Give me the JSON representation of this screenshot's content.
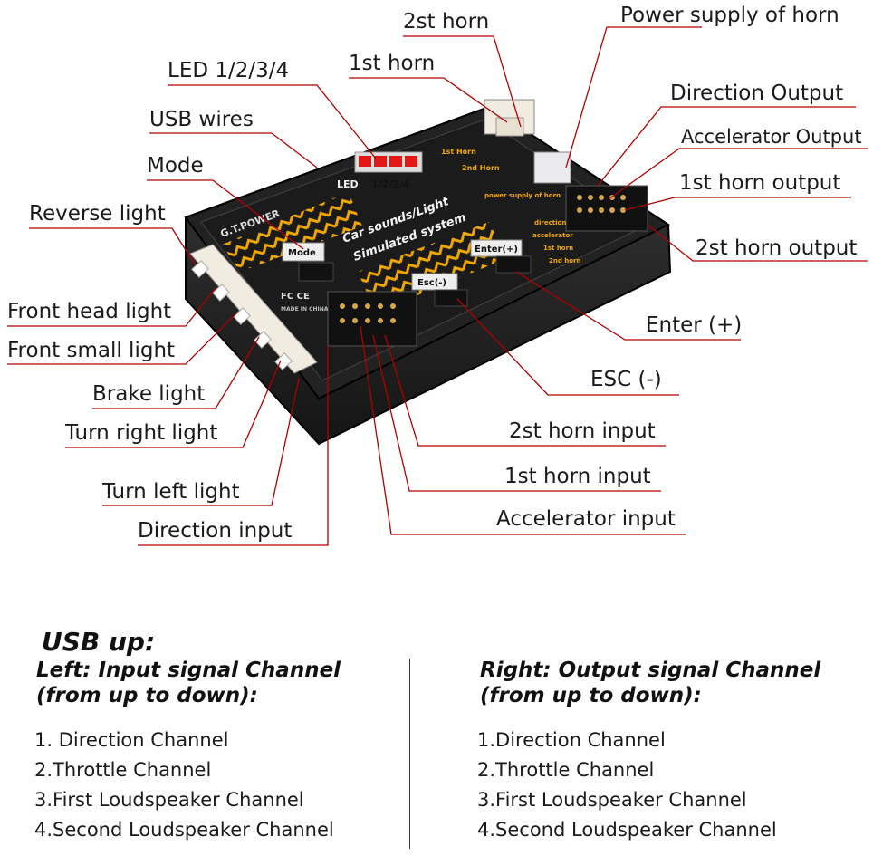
{
  "device": {
    "brand": "G.T.POWER",
    "title_line1": "Car sounds/Light",
    "title_line2": "Simulated system",
    "led_label": "LED",
    "led_box": "1/2/3/4",
    "mode_button": "Mode",
    "esc_button": "Esc(-)",
    "enter_button": "Enter(+)",
    "horn1_print": "1st Horn",
    "horn2_print": "2nd Horn",
    "power_print": "power supply of horn",
    "out_direction": "direction",
    "out_accelerator": "accelerator",
    "out_horn1": "1st horn",
    "out_horn2": "2nd horn",
    "made_in": "MADE IN CHINA",
    "cert": "FC CE"
  },
  "callouts": {
    "horn2": "2st horn",
    "power_supply": "Power supply of horn",
    "led": "LED 1/2/3/4",
    "horn1": "1st horn",
    "direction_output": "Direction Output",
    "usb_wires": "USB wires",
    "accelerator_output": "Accelerator Output",
    "mode": "Mode",
    "horn1_output": "1st horn output",
    "reverse_light": "Reverse light",
    "horn2_output": "2st horn output",
    "enter": "Enter (+)",
    "front_head_light": "Front head light",
    "front_small_light": "Front small light",
    "esc": "ESC (-)",
    "brake_light": "Brake light",
    "horn2_input": "2st horn input",
    "turn_right_light": "Turn right light",
    "horn1_input": "1st horn input",
    "turn_left_light": "Turn left light",
    "accelerator_input": "Accelerator input",
    "direction_input": "Direction input"
  },
  "notes": {
    "usb_up": "USB up:",
    "left": {
      "heading_1": "Left: Input signal Channel",
      "heading_2": "(from up to down):",
      "items": [
        "1. Direction Channel",
        "2.Throttle Channel",
        "3.First Loudspeaker Channel",
        "4.Second Loudspeaker Channel"
      ]
    },
    "right": {
      "heading_1": "Right: Output signal Channel",
      "heading_2": "(from up to down):",
      "items": [
        "1.Direction Channel",
        "2.Throttle Channel",
        "3.First Loudspeaker Channel",
        "4.Second Loudspeaker Channel"
      ]
    }
  },
  "colors": {
    "leader": "#b00000",
    "case": "#2b2b2b",
    "panel": "#1c1c1c",
    "accent": "#f0a800",
    "led_red": "#e01818"
  }
}
